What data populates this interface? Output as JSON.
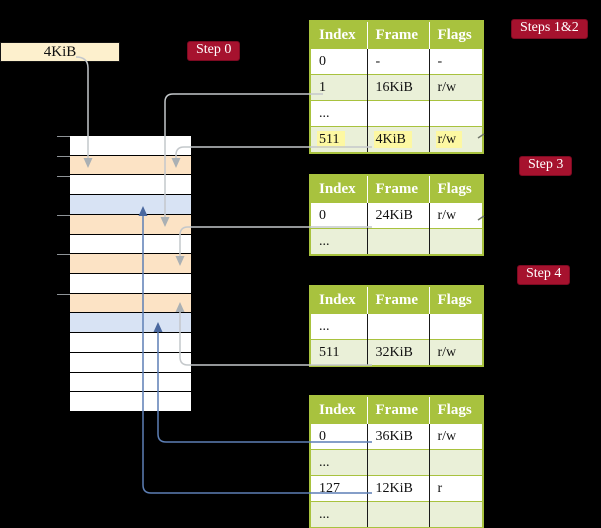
{
  "page_size_box": {
    "label": "4KiB"
  },
  "step_labels": {
    "step0": "Step 0",
    "steps12": "Steps 1&2",
    "step3": "Step 3",
    "step4": "Step 4"
  },
  "memory_column": {
    "row_fills": [
      "white",
      "peach",
      "white",
      "blue",
      "peach",
      "white",
      "peach",
      "white",
      "peach",
      "blue",
      "white",
      "white",
      "white",
      "white"
    ],
    "tick_ys": [
      136,
      156,
      176,
      215,
      254,
      294
    ]
  },
  "tables": [
    {
      "name": "page-table-level-1",
      "headers": [
        "Index",
        "Frame",
        "Flags"
      ],
      "rows": [
        {
          "cells": [
            "0",
            "-",
            "-"
          ],
          "shaded": false,
          "highlighted": false
        },
        {
          "cells": [
            "1",
            "16KiB",
            "r/w"
          ],
          "shaded": true,
          "highlighted": false
        },
        {
          "cells": [
            "...",
            "",
            ""
          ],
          "shaded": false,
          "highlighted": false
        },
        {
          "cells": [
            "511",
            "4KiB",
            "r/w"
          ],
          "shaded": true,
          "highlighted": true
        }
      ]
    },
    {
      "name": "page-table-level-2",
      "headers": [
        "Index",
        "Frame",
        "Flags"
      ],
      "rows": [
        {
          "cells": [
            "0",
            "24KiB",
            "r/w"
          ],
          "shaded": false,
          "highlighted": false
        },
        {
          "cells": [
            "...",
            "",
            ""
          ],
          "shaded": true,
          "highlighted": false
        }
      ]
    },
    {
      "name": "page-table-level-3",
      "headers": [
        "Index",
        "Frame",
        "Flags"
      ],
      "rows": [
        {
          "cells": [
            "...",
            "",
            ""
          ],
          "shaded": false,
          "highlighted": false
        },
        {
          "cells": [
            "511",
            "32KiB",
            "r/w"
          ],
          "shaded": true,
          "highlighted": false
        }
      ]
    },
    {
      "name": "page-table-level-4",
      "headers": [
        "Index",
        "Frame",
        "Flags"
      ],
      "rows": [
        {
          "cells": [
            "0",
            "36KiB",
            "r/w"
          ],
          "shaded": false,
          "highlighted": false
        },
        {
          "cells": [
            "...",
            "",
            ""
          ],
          "shaded": true,
          "highlighted": false
        },
        {
          "cells": [
            "127",
            "12KiB",
            "r"
          ],
          "shaded": false,
          "highlighted": false
        },
        {
          "cells": [
            "...",
            "",
            ""
          ],
          "shaded": true,
          "highlighted": false
        }
      ]
    }
  ],
  "colors": {
    "background": "#000000",
    "table_accent": "#a8c23e",
    "table_row_shade": "#eaf0d8",
    "label_red": "#a6122e",
    "cream": "#fdf0cd",
    "yellow_highlight": "#fdf8a2",
    "peach_row": "#fce3c5",
    "blue_row": "#d8e3f4",
    "gray_line": "#c4c8cb",
    "gray_arrow": "#aab0b4",
    "blue_line": "#5d7fb5",
    "blue_arrow": "#4a689f",
    "tick_gray": "#8f9498"
  }
}
